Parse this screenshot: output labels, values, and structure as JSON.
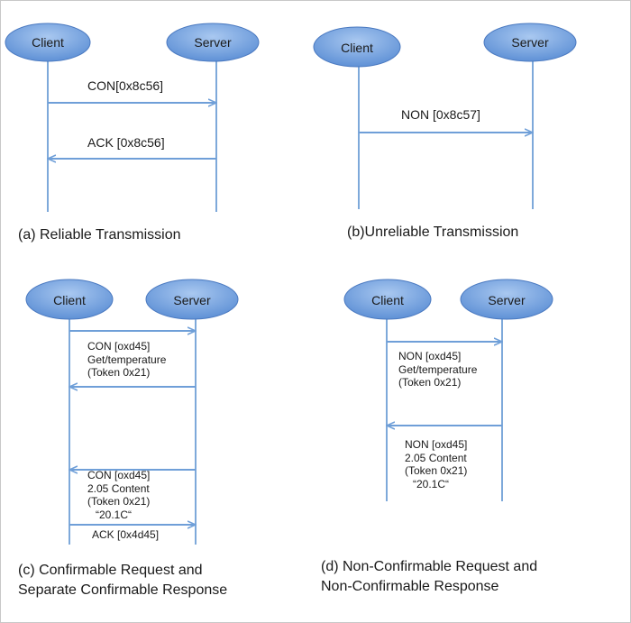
{
  "colors": {
    "node_fill": "#6e9ee0",
    "node_stroke": "#4a79c0",
    "lifeline": "#7ea9da",
    "arrow": "#6f9fd8",
    "text": "#1a1a1a"
  },
  "participants": {
    "client": "Client",
    "server": "Server"
  },
  "panels": [
    {
      "id": "a",
      "caption": "(a) Reliable Transmission",
      "messages": [
        {
          "direction": "client-to-server",
          "lines": [
            "CON[0x8c56]"
          ]
        },
        {
          "direction": "server-to-client",
          "lines": [
            "ACK [0x8c56]"
          ]
        }
      ]
    },
    {
      "id": "b",
      "caption": "(b)Unreliable Transmission",
      "messages": [
        {
          "direction": "client-to-server",
          "lines": [
            "NON [0x8c57]"
          ]
        }
      ]
    },
    {
      "id": "c",
      "caption_lines": [
        "(c) Confirmable Request and",
        "Separate Confirmable Response"
      ],
      "messages": [
        {
          "direction": "client-to-server",
          "lines": [
            "CON [oxd45]",
            "Get/temperature",
            "(Token 0x21)"
          ]
        },
        {
          "direction": "server-to-client",
          "lines": []
        },
        {
          "direction": "server-to-client",
          "lines": [
            "CON [oxd45]",
            "2.05 Content",
            "(Token 0x21)",
            "“20.1C“"
          ]
        },
        {
          "direction": "client-to-server",
          "lines": [
            "ACK [0x4d45]"
          ]
        }
      ]
    },
    {
      "id": "d",
      "caption_lines": [
        "(d) Non-Confirmable Request and",
        "Non-Confirmable Response"
      ],
      "messages": [
        {
          "direction": "client-to-server",
          "lines": [
            "NON [oxd45]",
            "Get/temperature",
            "(Token 0x21)"
          ]
        },
        {
          "direction": "server-to-client",
          "lines": [
            "NON [oxd45]",
            "2.05 Content",
            "(Token 0x21)",
            "“20.1C“"
          ]
        }
      ]
    }
  ]
}
